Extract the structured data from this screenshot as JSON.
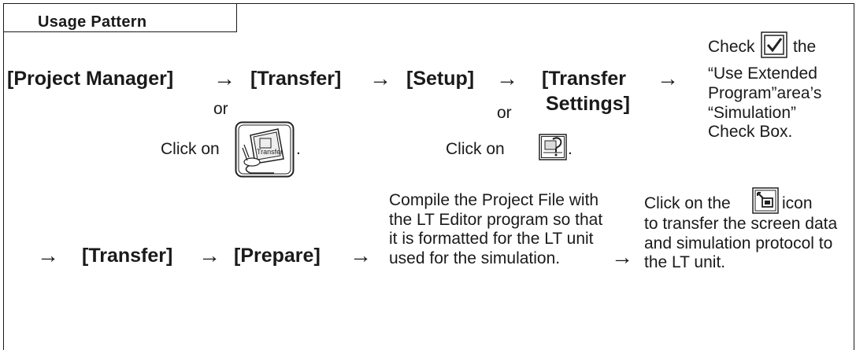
{
  "header": {
    "title": "Usage Pattern"
  },
  "row1": {
    "project_manager": "[Project Manager]",
    "transfer": "[Transfer]",
    "setup": "[Setup]",
    "transfer_settings_line1": "[Transfer",
    "transfer_settings_line2": "Settings]",
    "arrow": "→",
    "or_1": "or",
    "or_2": "or",
    "click_on_1": "Click on",
    "click_on_2": "Click on",
    "period": ".",
    "check_label": "Check",
    "check_the": "the",
    "check_lines": [
      "“Use Extended",
      "Program”area’s",
      "“Simulation”",
      "Check Box."
    ]
  },
  "row2": {
    "arrow": "→",
    "transfer": "[Transfer]",
    "prepare": "[Prepare]",
    "compile_text": "Compile the Project File with the LT Editor program so that it is formatted for the LT unit used for the simulation.",
    "click_on_the": "Click on the",
    "icon_word": "icon",
    "transfer_text": "to transfer the screen data and simulation protocol to the LT unit."
  },
  "icons": {
    "transfer_icon_label": "Transfer"
  }
}
